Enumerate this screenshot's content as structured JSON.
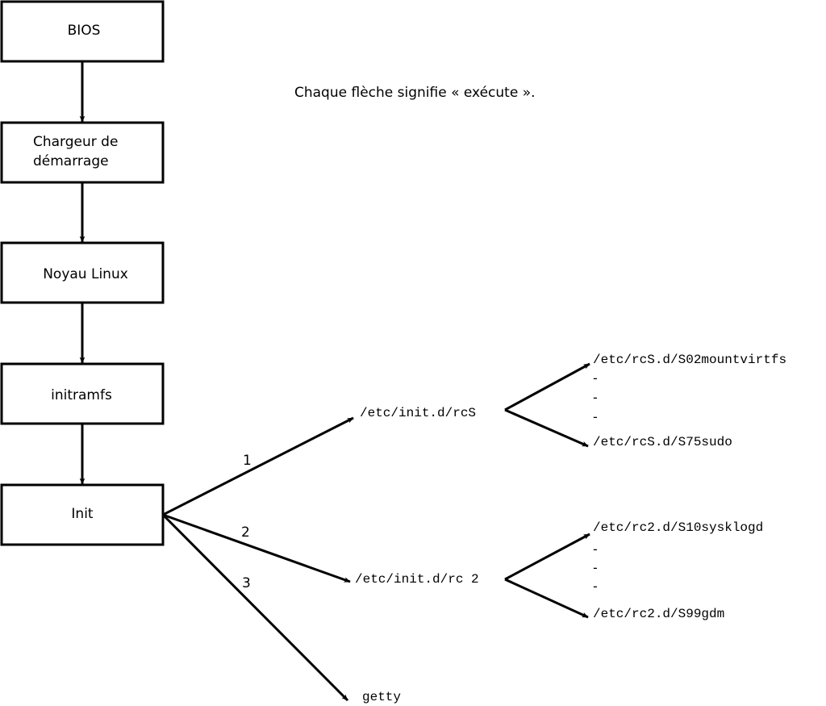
{
  "note": "Chaque flèche signifie « exécute ».",
  "boxes": {
    "bios": "BIOS",
    "bootloader_line1": "Chargeur de",
    "bootloader_line2": "démarrage",
    "kernel": "Noyau Linux",
    "initramfs": "initramfs",
    "init": "Init"
  },
  "branch_numbers": [
    "1",
    "2",
    "3"
  ],
  "targets": {
    "rcS": "/etc/init.d/rcS",
    "rc2": "/etc/init.d/rc 2",
    "getty": "getty"
  },
  "rcS_scripts": {
    "first": "/etc/rcS.d/S02mountvirtfs",
    "dashes": [
      "-",
      "-",
      "-"
    ],
    "last": "/etc/rcS.d/S75sudo"
  },
  "rc2_scripts": {
    "first": "/etc/rc2.d/S10sysklogd",
    "dashes": [
      "-",
      "-",
      "-"
    ],
    "last": "/etc/rc2.d/S99gdm"
  }
}
